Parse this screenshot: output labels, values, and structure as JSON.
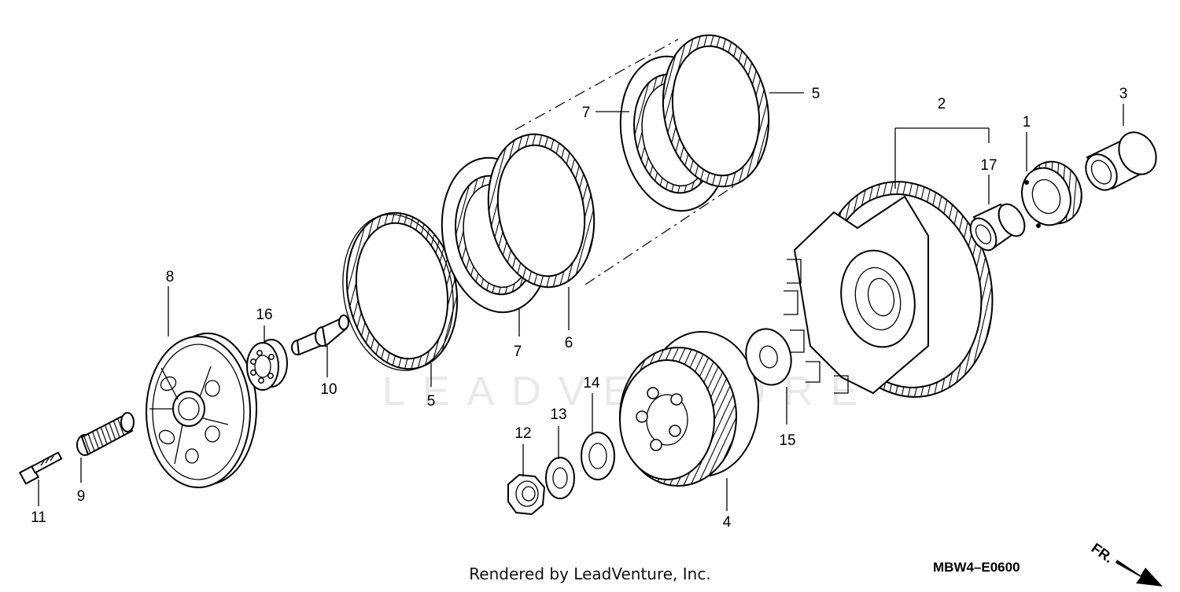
{
  "watermark": "LEADVENTURE",
  "callouts": {
    "p1": "1",
    "p2": "2",
    "p3": "3",
    "p4": "4",
    "p5a": "5",
    "p5b": "5",
    "p6": "6",
    "p7a": "7",
    "p7b": "7",
    "p8": "8",
    "p9": "9",
    "p10": "10",
    "p11": "11",
    "p12": "12",
    "p13": "13",
    "p14": "14",
    "p15": "15",
    "p16": "16",
    "p17": "17"
  },
  "diagram_code": "MBW4–E0600",
  "direction_label": "FR.",
  "credit": "Rendered by LeadVenture, Inc."
}
